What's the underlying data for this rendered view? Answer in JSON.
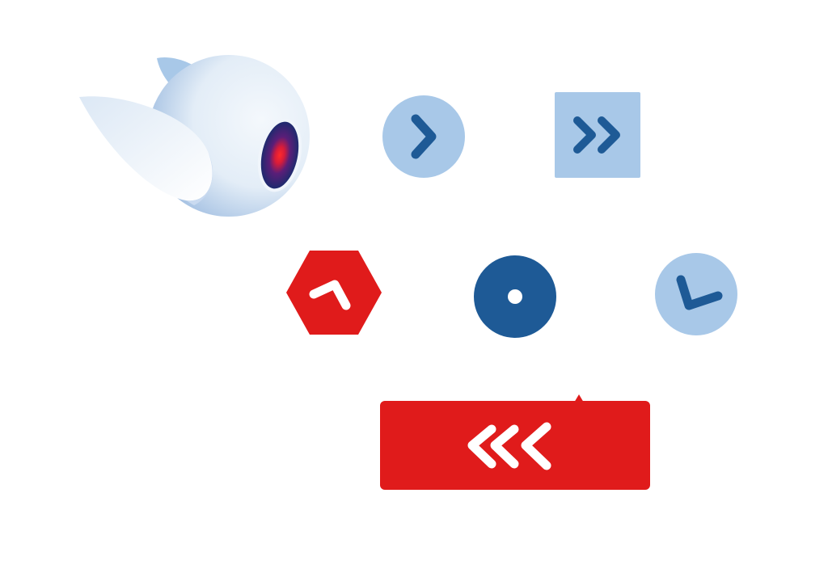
{
  "colors": {
    "background": "#ffffff",
    "light_blue": "#a8c8e8",
    "dark_blue": "#1e5a96",
    "red": "#e01b1b",
    "white": "#ffffff",
    "robot_body": "#e8f0f8",
    "robot_shade": "#b8cde8",
    "eye_purple": "#3a1f6e",
    "eye_red": "#e01b1b"
  },
  "pieces": [
    {
      "id": "robot-eye",
      "icon": "robot-eye-icon"
    },
    {
      "id": "circle-right",
      "icon": "chevron-right-icon",
      "shape": "circle",
      "fill": "light_blue",
      "glyph": "dark_blue"
    },
    {
      "id": "square-double",
      "icon": "double-chevron-right-icon",
      "shape": "square",
      "fill": "light_blue",
      "glyph": "dark_blue"
    },
    {
      "id": "hex-red",
      "icon": "chevron-up-left-icon",
      "shape": "hexagon",
      "fill": "red",
      "glyph": "white"
    },
    {
      "id": "circle-dot",
      "icon": "dot-icon",
      "shape": "circle",
      "fill": "dark_blue",
      "glyph": "white"
    },
    {
      "id": "circle-down",
      "icon": "chevron-down-left-icon",
      "shape": "circle",
      "fill": "light_blue",
      "glyph": "dark_blue"
    },
    {
      "id": "bar-triple",
      "icon": "triple-chevron-left-icon",
      "shape": "rounded-bar",
      "fill": "red",
      "glyph": "white"
    }
  ]
}
